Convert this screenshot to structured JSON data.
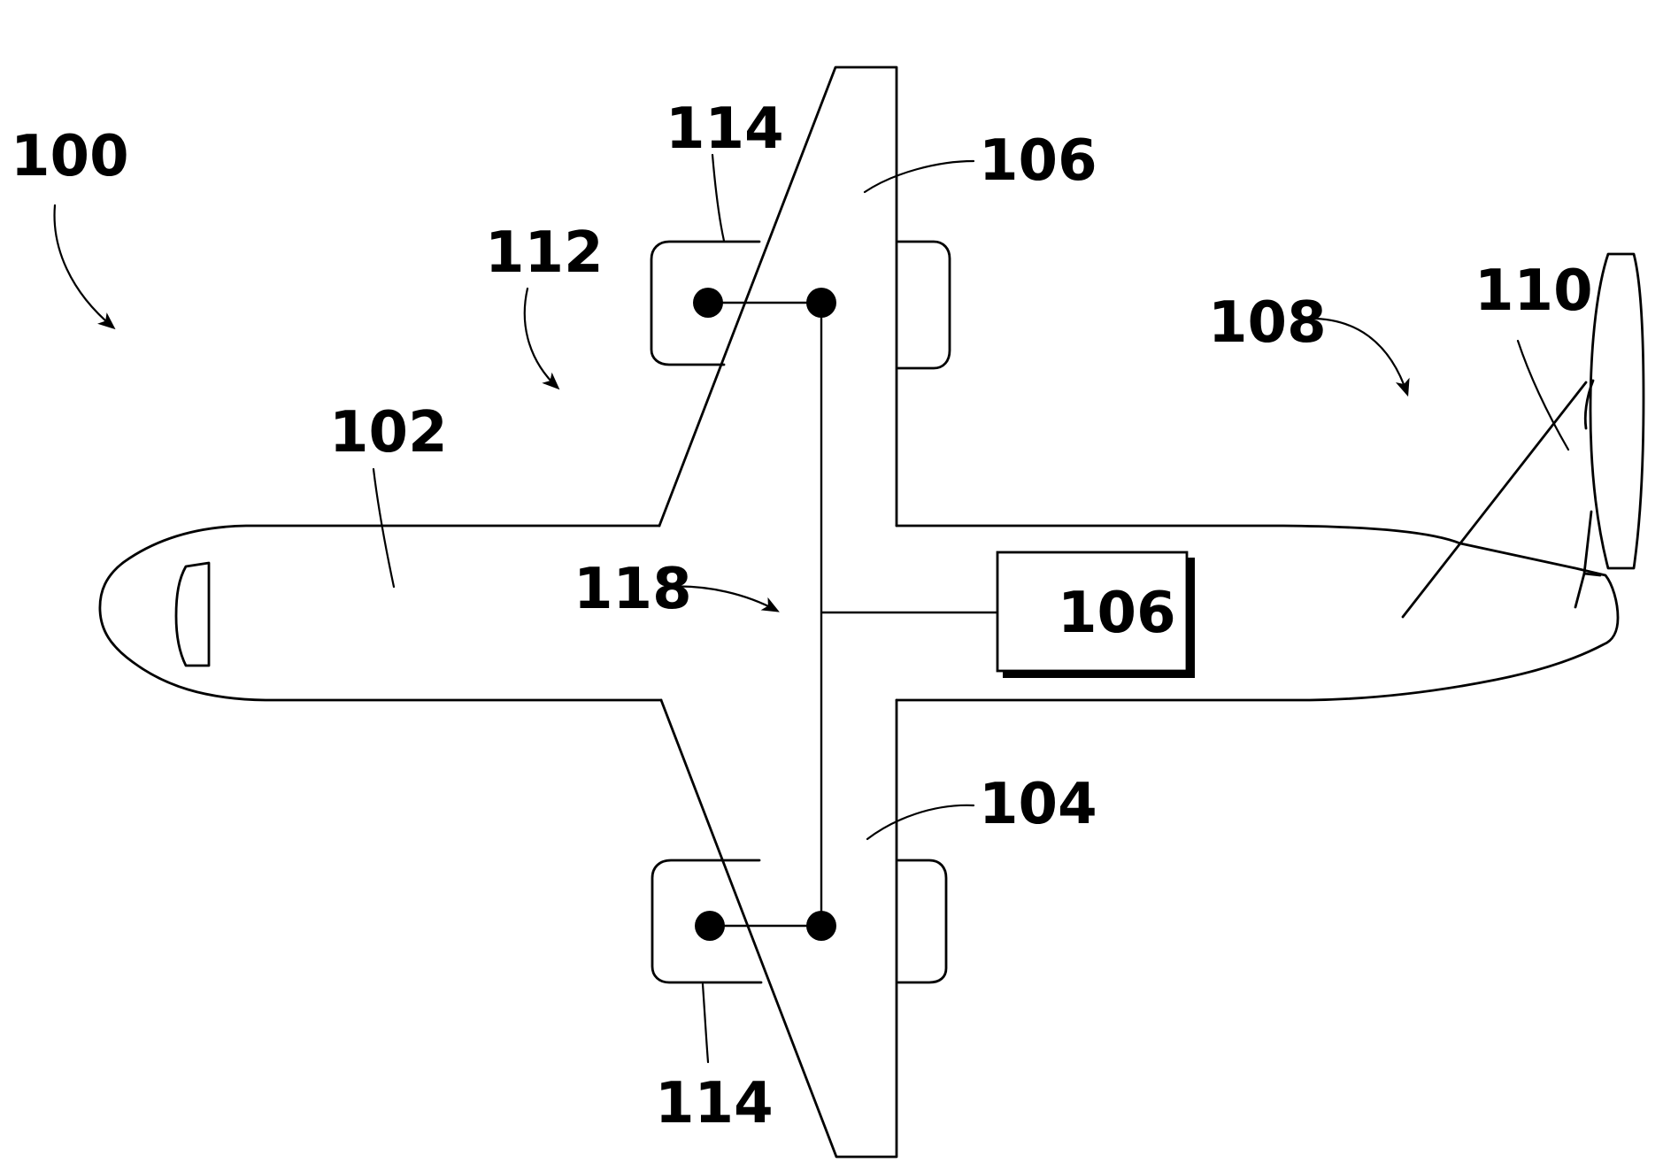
{
  "figure": {
    "labels": {
      "aircraft": "100",
      "fuselage": "102",
      "wing_lower": "104",
      "wing_upper": "106",
      "box": "106",
      "empennage": "108",
      "propulsor": "110",
      "propulsion_system": "112",
      "engine_upper": "114",
      "engine_lower": "114",
      "electrical_bus": "118"
    }
  }
}
